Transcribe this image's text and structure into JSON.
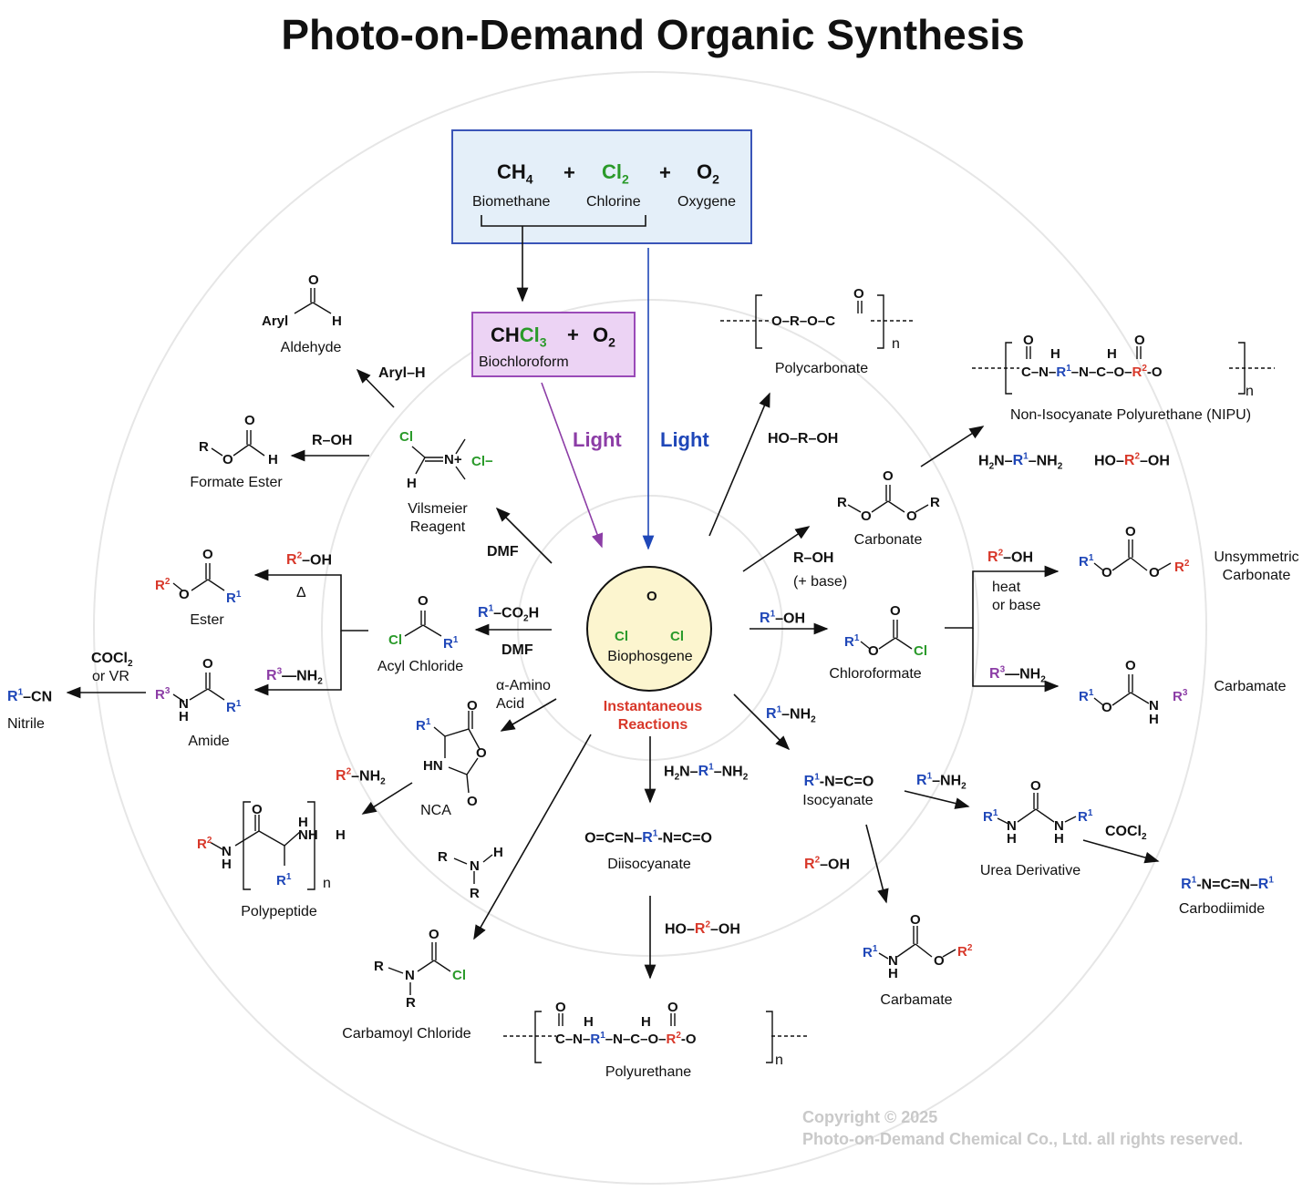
{
  "title": "Photo-on-Demand Organic Synthesis",
  "colors": {
    "blue": "#1f47b8",
    "red": "#d8382a",
    "green": "#2a9a2a",
    "purple": "#8c3da6",
    "box_blue": "#e4eff9",
    "box_purple": "#ecd3f4",
    "circle_fill": "#fcf5cf"
  },
  "sources": {
    "methane": "CH4",
    "methane_label": "Biomethane",
    "chlorine": "Cl2",
    "chlorine_label": "Chlorine",
    "oxygen": "O2",
    "oxygen_label": "Oxygene",
    "plus": "+"
  },
  "intermediate": {
    "formula": "CHCl3",
    "oxygen": "O2",
    "plus": "+",
    "label": "Biochloroform"
  },
  "light": {
    "purple": "Light",
    "blue": "Light"
  },
  "center": {
    "label": "Biophosgene",
    "cl_left": "Cl",
    "cl_right": "Cl",
    "o": "O",
    "note_line1": "Instantaneous",
    "note_line2": "Reactions"
  },
  "nodes": {
    "aldehyde": {
      "name": "Aldehyde",
      "aryl": "Aryl",
      "h": "H",
      "o": "O"
    },
    "formate_ester": {
      "name": "Formate Ester",
      "r": "R",
      "o1": "O",
      "o2": "O",
      "h": "H"
    },
    "vilsmeier": {
      "line1": "Vilsmeier",
      "line2": "Reagent",
      "cl": "Cl",
      "n": "N+",
      "h": "H",
      "anion": "Cl−"
    },
    "ester": {
      "name": "Ester",
      "r2": "R2",
      "o1": "O",
      "o2": "O",
      "r1": "R1"
    },
    "acyl_chloride": {
      "name": "Acyl Chloride",
      "cl": "Cl",
      "o": "O",
      "r1": "R1"
    },
    "amide": {
      "name": "Amide",
      "r3": "R3",
      "n": "N",
      "h": "H",
      "o": "O",
      "r1": "R1"
    },
    "nitrile": {
      "formula": "R1–CN",
      "name": "Nitrile"
    },
    "nca": {
      "name": "NCA",
      "r1": "R1",
      "hn": "HN",
      "o1": "O",
      "o2": "O",
      "o3": "O"
    },
    "polypeptide": {
      "name": "Polypeptide",
      "r2": "R2",
      "n": "N",
      "h": "H",
      "o": "O",
      "nh": "NH",
      "h2": "H",
      "r1": "R1",
      "sub_n": "n"
    },
    "secondary_amine": {
      "r1": "R",
      "n": "N",
      "h": "H",
      "r2": "R"
    },
    "carbamoyl_chloride": {
      "name": "Carbamoyl Chloride",
      "r1": "R",
      "n": "N",
      "r2": "R",
      "o": "O",
      "cl": "Cl"
    },
    "diisocyanate": {
      "formula": "O=C=N–R1–N=C=O",
      "name": "Diisocyanate"
    },
    "polyurethane": {
      "name": "Polyurethane",
      "formula": "C–N–R1–N–C–O–R2–O",
      "sub_n": "n"
    },
    "polycarbonate": {
      "name": "Polycarbonate",
      "formula": "O–R–O–C",
      "sub_n": "n"
    },
    "nipu": {
      "name": "Non-Isocyanate Polyurethane (NIPU)",
      "formula": "C–N–R1–N–C–O–R2–O",
      "sub_n": "n"
    },
    "carbonate": {
      "name": "Carbonate",
      "r_left": "R",
      "r_right": "R",
      "o": "O"
    },
    "chloroformate": {
      "name": "Chloroformate",
      "r1": "R1",
      "o": "O",
      "cl": "Cl"
    },
    "unsym_carbonate": {
      "line1": "Unsymmetric",
      "line2": "Carbonate",
      "r1": "R1",
      "r2": "R2",
      "o": "O"
    },
    "carbamate_right": {
      "name": "Carbamate",
      "r1": "R1",
      "r3": "R3",
      "o": "O",
      "n": "N",
      "h": "H"
    },
    "isocyanate": {
      "formula": "R1–N=C=O",
      "name": "Isocyanate"
    },
    "urea": {
      "name": "Urea Derivative",
      "r1": "R1",
      "n": "N",
      "h": "H",
      "o": "O"
    },
    "carbodiimide": {
      "formula": "R1–N=C=N–R1",
      "name": "Carbodiimide"
    },
    "carbamate_bottom": {
      "name": "Carbamate",
      "r1": "R1",
      "r2": "R2",
      "n": "N",
      "h": "H",
      "o": "O"
    }
  },
  "reagents": {
    "aryl_h": "Aryl–H",
    "r_oh_formate": "R–OH",
    "dmf_vilsmeier": "DMF",
    "r2_oh_ester": "R2–OH",
    "delta": "Δ",
    "r3_nh2_amide": "R3—NH2",
    "cocl2_or_vr_1": "COCl2",
    "cocl2_or_vr_2": "or VR",
    "r1_co2h": "R1–CO2H",
    "dmf_acyl": "DMF",
    "amino_acid_1": "α-Amino",
    "amino_acid_2": "Acid",
    "r2_nh2_peptide": "R2–NH2",
    "h2n_r1_nh2_center": "H2N–R1–NH2",
    "ho_r2_oh_pu": "HO–R2–OH",
    "ho_r_oh": "HO–R–OH",
    "r_oh_carbonate_1": "R–OH",
    "r_oh_carbonate_2": "(+ base)",
    "h2n_r1_nh2_nipu": "H2N–R1–NH2",
    "ho_r2_oh_nipu": "HO–R2–OH",
    "r2_oh_unsym": "R2–OH",
    "heat_1": "heat",
    "heat_2": "or base",
    "r3_nh2_carbamate": "R3—NH2",
    "r1_oh": "R1–OH",
    "r1_nh2_iso": "R1–NH2",
    "r1_nh2_urea": "R1–NH2",
    "r2_oh_carbamate": "R2–OH",
    "cocl2_carbodiimide": "COCl2"
  },
  "copyright": {
    "line1": "Copyright © 2025",
    "line2": "Photo-on-Demand Chemical Co., Ltd. all rights reserved."
  }
}
